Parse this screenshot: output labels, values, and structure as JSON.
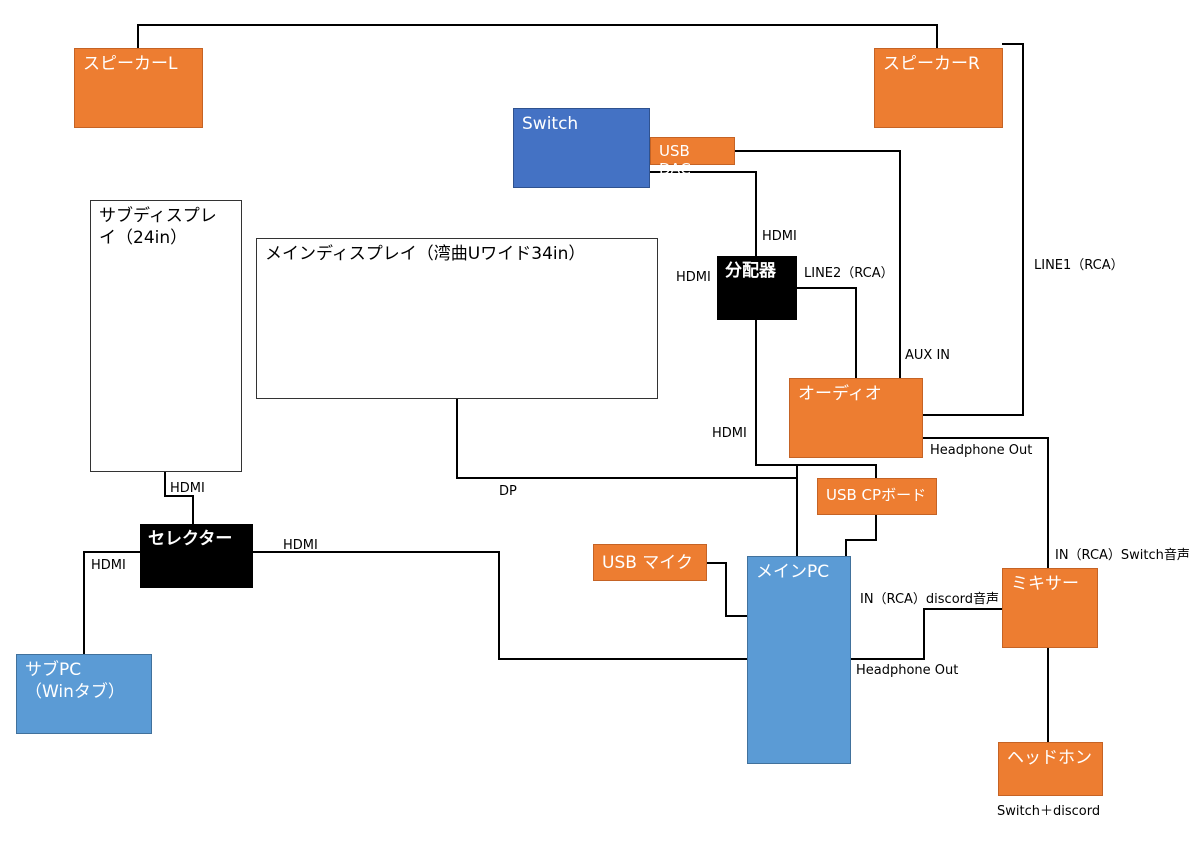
{
  "nodes": {
    "speaker_l": "スピーカーL",
    "speaker_r": "スピーカーR",
    "switch": "Switch",
    "usb_dac": "USB DAC",
    "sub_display": "サブディスプレイ（24in）",
    "main_display": "メインディスプレイ（湾曲Uワイド34in）",
    "splitter": "分配器",
    "audio": "オーディオ",
    "usb_cp_board": "USB CPボード",
    "selector": "セレクター",
    "usb_mic": "USB マイク",
    "main_pc": "メインPC",
    "mixer": "ミキサー",
    "sub_pc": "サブPC\n（Winタブ）",
    "headphones": "ヘッドホン"
  },
  "labels": {
    "hdmi_switch_splitter": "HDMI",
    "hdmi_splitter_left": "HDMI",
    "line2": "LINE2（RCA）",
    "line1": "LINE1（RCA）",
    "aux_in": "AUX IN",
    "hdmi_splitter_pc": "HDMI",
    "headphone_out_audio": "Headphone Out",
    "hdmi_subdisplay_selector": "HDMI",
    "dp": "DP",
    "hdmi_selector_pc": "HDMI",
    "hdmi_subpc_selector": "HDMI",
    "in_switch": "IN（RCA）Switch音声",
    "in_discord": "IN（RCA）discord音声",
    "headphone_out_pc": "Headphone Out",
    "switch_discord": "Switch＋discord"
  },
  "colors": {
    "orange": "#ED7D31",
    "blue_dark": "#4472C4",
    "blue_light": "#5B9BD5",
    "black": "#000000"
  }
}
